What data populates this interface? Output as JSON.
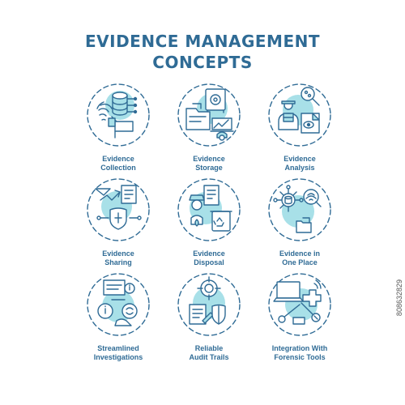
{
  "title": {
    "line1": "EVIDENCE MANAGEMENT",
    "line2": "CONCEPTS"
  },
  "colors": {
    "stroke": "#2f6b95",
    "fill": "#a8e0e8",
    "text": "#2f6b95"
  },
  "stock_id": "808632829",
  "items": [
    {
      "line1": "Evidence",
      "line2": "Collection",
      "icon": "fingerprint-database-icon"
    },
    {
      "line1": "Evidence",
      "line2": "Storage",
      "icon": "safe-folder-icon"
    },
    {
      "line1": "Evidence",
      "line2": "Analysis",
      "icon": "analyst-magnifier-icon"
    },
    {
      "line1": "Evidence",
      "line2": "Sharing",
      "icon": "shield-share-icon"
    },
    {
      "line1": "Evidence",
      "line2": "Disposal",
      "icon": "recycle-bin-icon"
    },
    {
      "line1": "Evidence in",
      "line2": "One Place",
      "icon": "network-database-icon"
    },
    {
      "line1": "Streamlined",
      "line2": "Investigations",
      "icon": "info-search-icon"
    },
    {
      "line1": "Reliable",
      "line2": "Audit Trails",
      "icon": "target-shield-icon"
    },
    {
      "line1": "Integration With",
      "line2": "Forensic Tools",
      "icon": "laptop-tools-icon"
    }
  ]
}
